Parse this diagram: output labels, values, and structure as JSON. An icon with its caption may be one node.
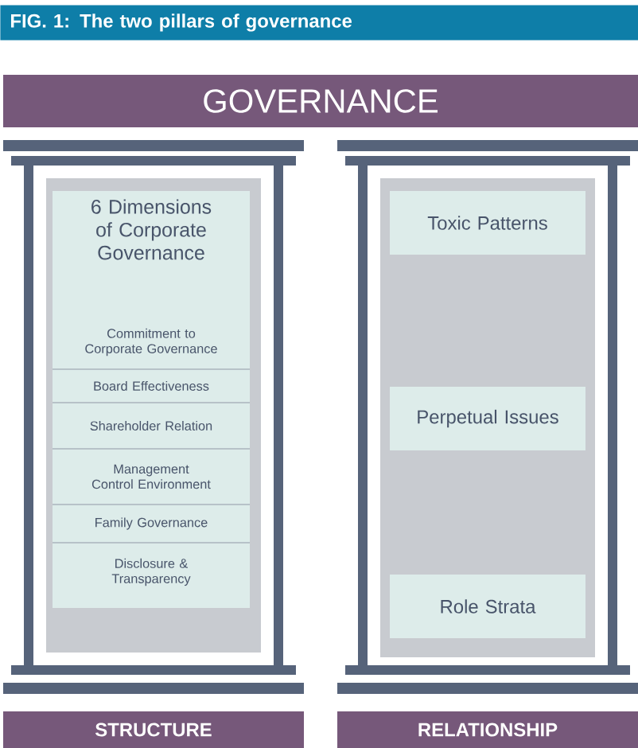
{
  "diagram": {
    "title": "FIG. 1: The two pillars of governance",
    "nodes": [
      {
        "text": [
          "GOVERNANCE"
        ]
      },
      {
        "text": [
          "6 Dimensions of Corporate Governance"
        ]
      },
      {
        "text": [
          "Commitment to Corporate Governance"
        ],
        "in": 1
      },
      {
        "text": [
          "Board Effectiveness"
        ],
        "in": 1
      },
      {
        "text": [
          "Shareholder Relation"
        ],
        "in": 1
      },
      {
        "text": [
          "Management Control Environment"
        ],
        "in": 1
      },
      {
        "text": [
          "Family Governance"
        ],
        "in": 1
      },
      {
        "text": [
          "Disclosure & Transparency"
        ],
        "in": 1
      },
      {
        "text": [
          "Toxic Patterns"
        ]
      },
      {
        "text": [
          "Perpetual Issues"
        ]
      },
      {
        "text": [
          "Role Strata"
        ]
      },
      {
        "text": [
          "STRUCTURE"
        ]
      },
      {
        "text": [
          "RELATIONSHIP"
        ]
      }
    ]
  }
}
